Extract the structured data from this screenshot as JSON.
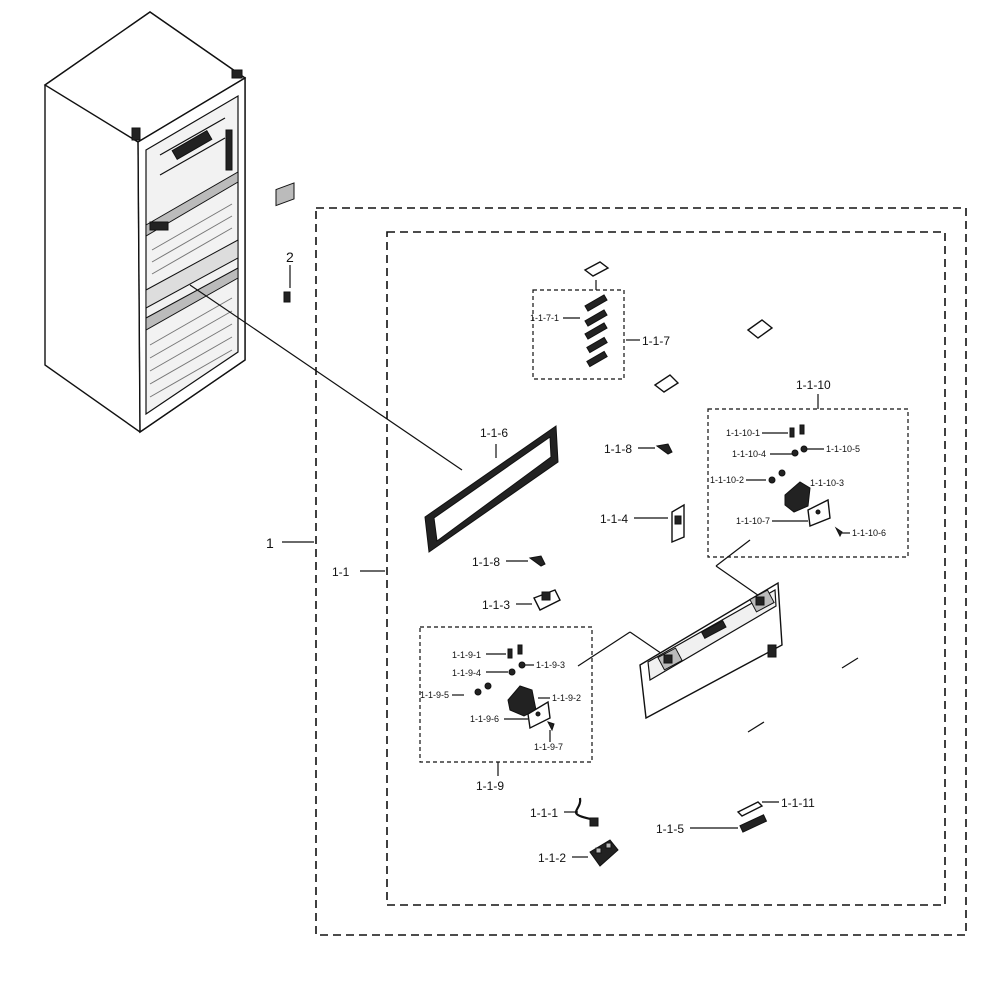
{
  "labels": {
    "assembly": "1",
    "bracket": "2",
    "sub_assembly": "1-1",
    "gasket": "1-1-6",
    "p117": "1-1-7",
    "p1171": "1-1-7-1",
    "p118_top": "1-1-8",
    "p118_bottom": "1-1-8",
    "p114": "1-1-4",
    "p113": "1-1-3",
    "p1110": "1-1-10",
    "p11101": "1-1-10-1",
    "p11104": "1-1-10-4",
    "p11105": "1-1-10-5",
    "p11102": "1-1-10-2",
    "p11103": "1-1-10-3",
    "p11107": "1-1-10-7",
    "p11106": "1-1-10-6",
    "p119": "1-1-9",
    "p1191": "1-1-9-1",
    "p1194": "1-1-9-4",
    "p1193": "1-1-9-3",
    "p1195": "1-1-9-5",
    "p1192": "1-1-9-2",
    "p1196": "1-1-9-6",
    "p1197": "1-1-9-7",
    "p111": "1-1-1",
    "p112": "1-1-2",
    "p115": "1-1-5",
    "p1111": "1-1-11"
  }
}
